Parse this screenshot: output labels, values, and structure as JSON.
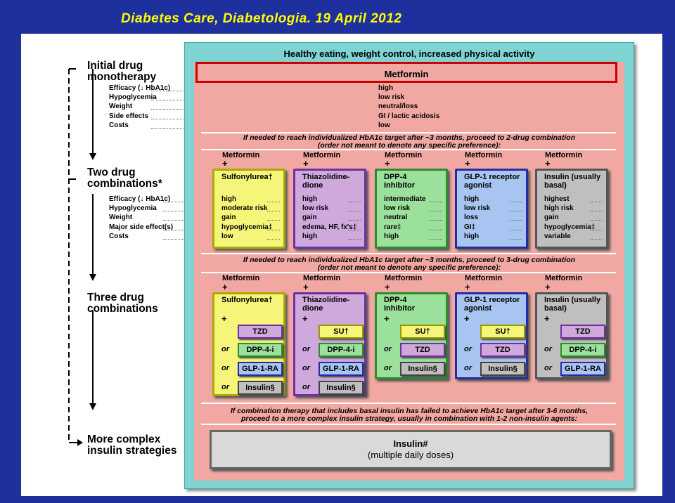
{
  "header": {
    "title": "Diabetes Care, Diabetologia. 19 April 2012"
  },
  "colors": {
    "background": "#1e2f9e",
    "title": "#ffff00",
    "outer_box": "#7fd3d3",
    "inner_box": "#f2a8a2",
    "metformin_border": "#cc0000",
    "su": "#f5f57a",
    "tzd": "#cfa8dc",
    "dpp4": "#9be09b",
    "glp1": "#a7c5f0",
    "insulin": "#bfbfbf"
  },
  "left_stages": {
    "mono": {
      "line1": "Initial drug",
      "line2": "monotherapy"
    },
    "mono_attrs": [
      "Efficacy (↓ HbA1c)",
      "Hypoglycemia",
      "Weight",
      "Side effects",
      "Costs"
    ],
    "two": {
      "line1": "Two drug",
      "line2": "combinations*"
    },
    "two_attrs": [
      "Efficacy (↓ HbA1c)",
      "Hypoglycemia",
      "Weight",
      "Major side effect(s)",
      "Costs"
    ],
    "three": {
      "line1": "Three drug",
      "line2": "combinations"
    },
    "complex": {
      "line1": "More complex",
      "line2": "insulin strategies"
    }
  },
  "top_banner": "Healthy eating, weight control, increased physical activity",
  "metformin": {
    "title": "Metformin",
    "values": [
      "high",
      "low risk",
      "neutral/loss",
      "GI / lactic acidosis",
      "low"
    ]
  },
  "instr2": {
    "line1": "If needed to reach individualized HbA1c target after ~3 months, proceed to 2-drug combination",
    "line2": "(order not meant to denote any specific preference):"
  },
  "instr3": {
    "line1": "If needed to reach individualized HbA1c target after ~3 months, proceed to 3-drug combination",
    "line2": "(order not meant to denote any specific preference):"
  },
  "instr4": {
    "line1": "If combination therapy that includes basal insulin has failed to achieve HbA1c target after 3-6 months,",
    "line2": "proceed to a more complex insulin strategy, usually in combination with 1-2 non-insulin agents:"
  },
  "plus": "+",
  "or": "or",
  "metformin_label": "Metformin",
  "two_drug": [
    {
      "name1": "Sulfonylurea†",
      "name2": "",
      "values": [
        "high",
        "moderate risk",
        "gain",
        "hypoglycemia‡",
        "low"
      ]
    },
    {
      "name1": "Thiazolidine-",
      "name2": "dione",
      "values": [
        "high",
        "low risk",
        "gain",
        "edema, HF, fx's‡",
        "high"
      ]
    },
    {
      "name1": "DPP-4",
      "name2": "Inhibitor",
      "values": [
        "intermediate",
        "low risk",
        "neutral",
        "rare‡",
        "high"
      ]
    },
    {
      "name1": "GLP-1 receptor",
      "name2": "agonist",
      "values": [
        "high",
        "low risk",
        "loss",
        "GI‡",
        "high"
      ]
    },
    {
      "name1": "Insulin (usually",
      "name2": "basal)",
      "values": [
        "highest",
        "high risk",
        "gain",
        "hypoglycemia‡",
        "variable"
      ]
    }
  ],
  "three_drug": [
    {
      "name1": "Sulfonylurea†",
      "name2": "",
      "options": [
        "TZD",
        "DPP-4-i",
        "GLP-1-RA",
        "Insulin§"
      ]
    },
    {
      "name1": "Thiazolidine-",
      "name2": "dione",
      "options": [
        "SU†",
        "DPP-4-i",
        "GLP-1-RA",
        "Insulin§"
      ]
    },
    {
      "name1": "DPP-4",
      "name2": "Inhibitor",
      "options": [
        "SU†",
        "TZD",
        "Insulin§"
      ]
    },
    {
      "name1": "GLP-1 receptor",
      "name2": "agonist",
      "options": [
        "SU†",
        "TZD",
        "Insulin§"
      ]
    },
    {
      "name1": "Insulin (usually",
      "name2": "basal)",
      "options": [
        "TZD",
        "DPP-4-i",
        "GLP-1-RA"
      ]
    }
  ],
  "final": {
    "line1": "Insulin#",
    "line2": "(multiple daily doses)"
  }
}
